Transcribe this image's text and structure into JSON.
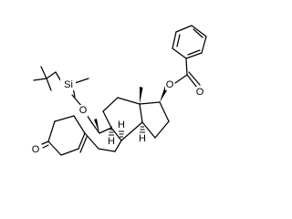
{
  "molecule": {
    "labels": {
      "silicon": "Si",
      "ether_oxygen": "O",
      "ester_oxygen": "O",
      "carbonyl_oxygen_ester": "O",
      "ketone_oxygen": "O",
      "h_8": "H",
      "h_9": "H",
      "h_14": "H"
    }
  }
}
